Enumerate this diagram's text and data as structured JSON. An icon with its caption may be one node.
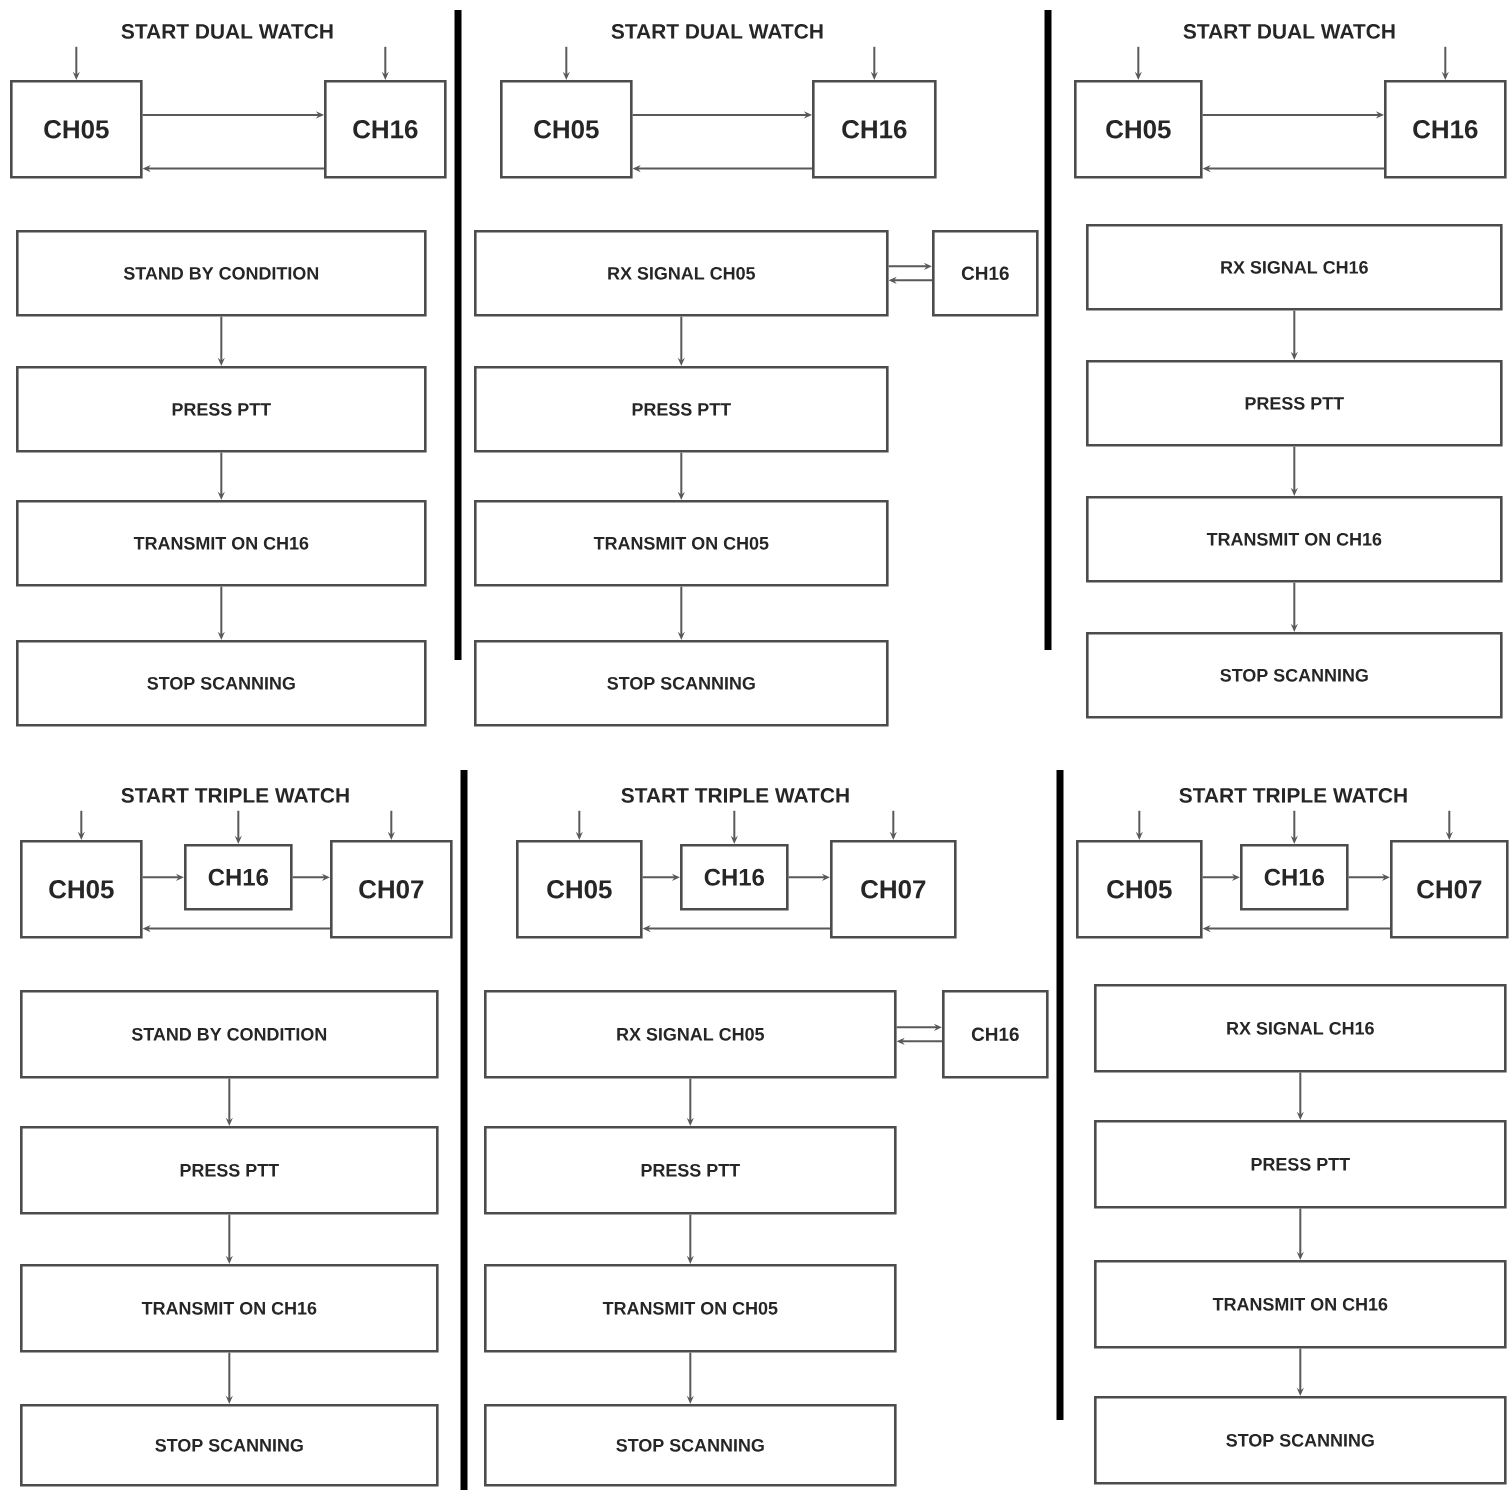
{
  "diagram": {
    "nodes": [
      {
        "text": [
          "START DUAL WATCH"
        ]
      },
      {
        "text": [
          "CH05"
        ]
      },
      {
        "text": [
          "CH16"
        ]
      },
      {
        "text": [
          "STAND BY CONDITION"
        ]
      },
      {
        "text": [
          "PRESS PTT"
        ]
      },
      {
        "text": [
          "TRANSMIT ON CH16"
        ]
      },
      {
        "text": [
          "STOP SCANNING"
        ]
      },
      {
        "text": [
          "START DUAL WATCH"
        ]
      },
      {
        "text": [
          "CH05"
        ]
      },
      {
        "text": [
          "CH16"
        ]
      },
      {
        "text": [
          "RX SIGNAL CH05"
        ]
      },
      {
        "text": [
          "CH16"
        ]
      },
      {
        "text": [
          "PRESS PTT"
        ]
      },
      {
        "text": [
          "TRANSMIT ON CH05"
        ]
      },
      {
        "text": [
          "STOP SCANNING"
        ]
      },
      {
        "text": [
          "START DUAL WATCH"
        ]
      },
      {
        "text": [
          "CH05"
        ]
      },
      {
        "text": [
          "CH16"
        ]
      },
      {
        "text": [
          "RX SIGNAL CH16"
        ]
      },
      {
        "text": [
          "PRESS PTT"
        ]
      },
      {
        "text": [
          "TRANSMIT ON CH16"
        ]
      },
      {
        "text": [
          "STOP SCANNING"
        ]
      },
      {
        "text": [
          "START TRIPLE WATCH"
        ]
      },
      {
        "text": [
          "CH05"
        ]
      },
      {
        "text": [
          "CH16"
        ]
      },
      {
        "text": [
          "CH07"
        ]
      },
      {
        "text": [
          "STAND BY CONDITION"
        ]
      },
      {
        "text": [
          "PRESS PTT"
        ]
      },
      {
        "text": [
          "TRANSMIT ON CH16"
        ]
      },
      {
        "text": [
          "STOP SCANNING"
        ]
      },
      {
        "text": [
          "START TRIPLE WATCH"
        ]
      },
      {
        "text": [
          "CH05"
        ]
      },
      {
        "text": [
          "CH16"
        ]
      },
      {
        "text": [
          "CH07"
        ]
      },
      {
        "text": [
          "RX SIGNAL CH05"
        ]
      },
      {
        "text": [
          "CH16"
        ]
      },
      {
        "text": [
          "PRESS PTT"
        ]
      },
      {
        "text": [
          "TRANSMIT ON CH05"
        ]
      },
      {
        "text": [
          "STOP SCANNING"
        ]
      },
      {
        "text": [
          "START TRIPLE WATCH"
        ]
      },
      {
        "text": [
          "CH05"
        ]
      },
      {
        "text": [
          "CH16"
        ]
      },
      {
        "text": [
          "CH07"
        ]
      },
      {
        "text": [
          "RX SIGNAL CH16"
        ]
      },
      {
        "text": [
          "PRESS PTT"
        ]
      },
      {
        "text": [
          "TRANSMIT ON CH16"
        ]
      },
      {
        "text": [
          "STOP SCANNING"
        ]
      }
    ],
    "edges": [
      {
        "from": 0,
        "to": 1,
        "arrow": "to"
      },
      {
        "from": 0,
        "to": 2,
        "arrow": "to"
      },
      {
        "from": 1,
        "to": 2,
        "arrow": "to"
      },
      {
        "from": 2,
        "to": 1,
        "arrow": "to"
      },
      {
        "from": 3,
        "to": 4,
        "arrow": "to"
      },
      {
        "from": 4,
        "to": 5,
        "arrow": "to"
      },
      {
        "from": 5,
        "to": 6,
        "arrow": "to"
      },
      {
        "from": 7,
        "to": 8,
        "arrow": "to"
      },
      {
        "from": 7,
        "to": 9,
        "arrow": "to"
      },
      {
        "from": 8,
        "to": 9,
        "arrow": "to"
      },
      {
        "from": 9,
        "to": 8,
        "arrow": "to"
      },
      {
        "from": 10,
        "to": 11,
        "arrow": "to"
      },
      {
        "from": 11,
        "to": 10,
        "arrow": "to"
      },
      {
        "from": 10,
        "to": 12,
        "arrow": "to"
      },
      {
        "from": 12,
        "to": 13,
        "arrow": "to"
      },
      {
        "from": 13,
        "to": 14,
        "arrow": "to"
      },
      {
        "from": 15,
        "to": 16,
        "arrow": "to"
      },
      {
        "from": 15,
        "to": 17,
        "arrow": "to"
      },
      {
        "from": 16,
        "to": 17,
        "arrow": "to"
      },
      {
        "from": 17,
        "to": 16,
        "arrow": "to"
      },
      {
        "from": 18,
        "to": 19,
        "arrow": "to"
      },
      {
        "from": 19,
        "to": 20,
        "arrow": "to"
      },
      {
        "from": 20,
        "to": 21,
        "arrow": "to"
      },
      {
        "from": 22,
        "to": 23,
        "arrow": "to"
      },
      {
        "from": 22,
        "to": 24,
        "arrow": "to"
      },
      {
        "from": 22,
        "to": 25,
        "arrow": "to"
      },
      {
        "from": 23,
        "to": 24,
        "arrow": "to"
      },
      {
        "from": 24,
        "to": 25,
        "arrow": "to"
      },
      {
        "from": 25,
        "to": 23,
        "arrow": "to"
      },
      {
        "from": 26,
        "to": 27,
        "arrow": "to"
      },
      {
        "from": 27,
        "to": 28,
        "arrow": "to"
      },
      {
        "from": 28,
        "to": 29,
        "arrow": "to"
      },
      {
        "from": 30,
        "to": 31,
        "arrow": "to"
      },
      {
        "from": 30,
        "to": 32,
        "arrow": "to"
      },
      {
        "from": 30,
        "to": 33,
        "arrow": "to"
      },
      {
        "from": 31,
        "to": 32,
        "arrow": "to"
      },
      {
        "from": 32,
        "to": 33,
        "arrow": "to"
      },
      {
        "from": 33,
        "to": 31,
        "arrow": "to"
      },
      {
        "from": 34,
        "to": 35,
        "arrow": "to"
      },
      {
        "from": 35,
        "to": 34,
        "arrow": "to"
      },
      {
        "from": 34,
        "to": 36,
        "arrow": "to"
      },
      {
        "from": 36,
        "to": 37,
        "arrow": "to"
      },
      {
        "from": 37,
        "to": 38,
        "arrow": "to"
      },
      {
        "from": 39,
        "to": 40,
        "arrow": "to"
      },
      {
        "from": 39,
        "to": 41,
        "arrow": "to"
      },
      {
        "from": 39,
        "to": 42,
        "arrow": "to"
      },
      {
        "from": 40,
        "to": 41,
        "arrow": "to"
      },
      {
        "from": 41,
        "to": 42,
        "arrow": "to"
      },
      {
        "from": 42,
        "to": 40,
        "arrow": "to"
      },
      {
        "from": 43,
        "to": 44,
        "arrow": "to"
      },
      {
        "from": 44,
        "to": 45,
        "arrow": "to"
      },
      {
        "from": 45,
        "to": 46,
        "arrow": "to"
      }
    ]
  }
}
